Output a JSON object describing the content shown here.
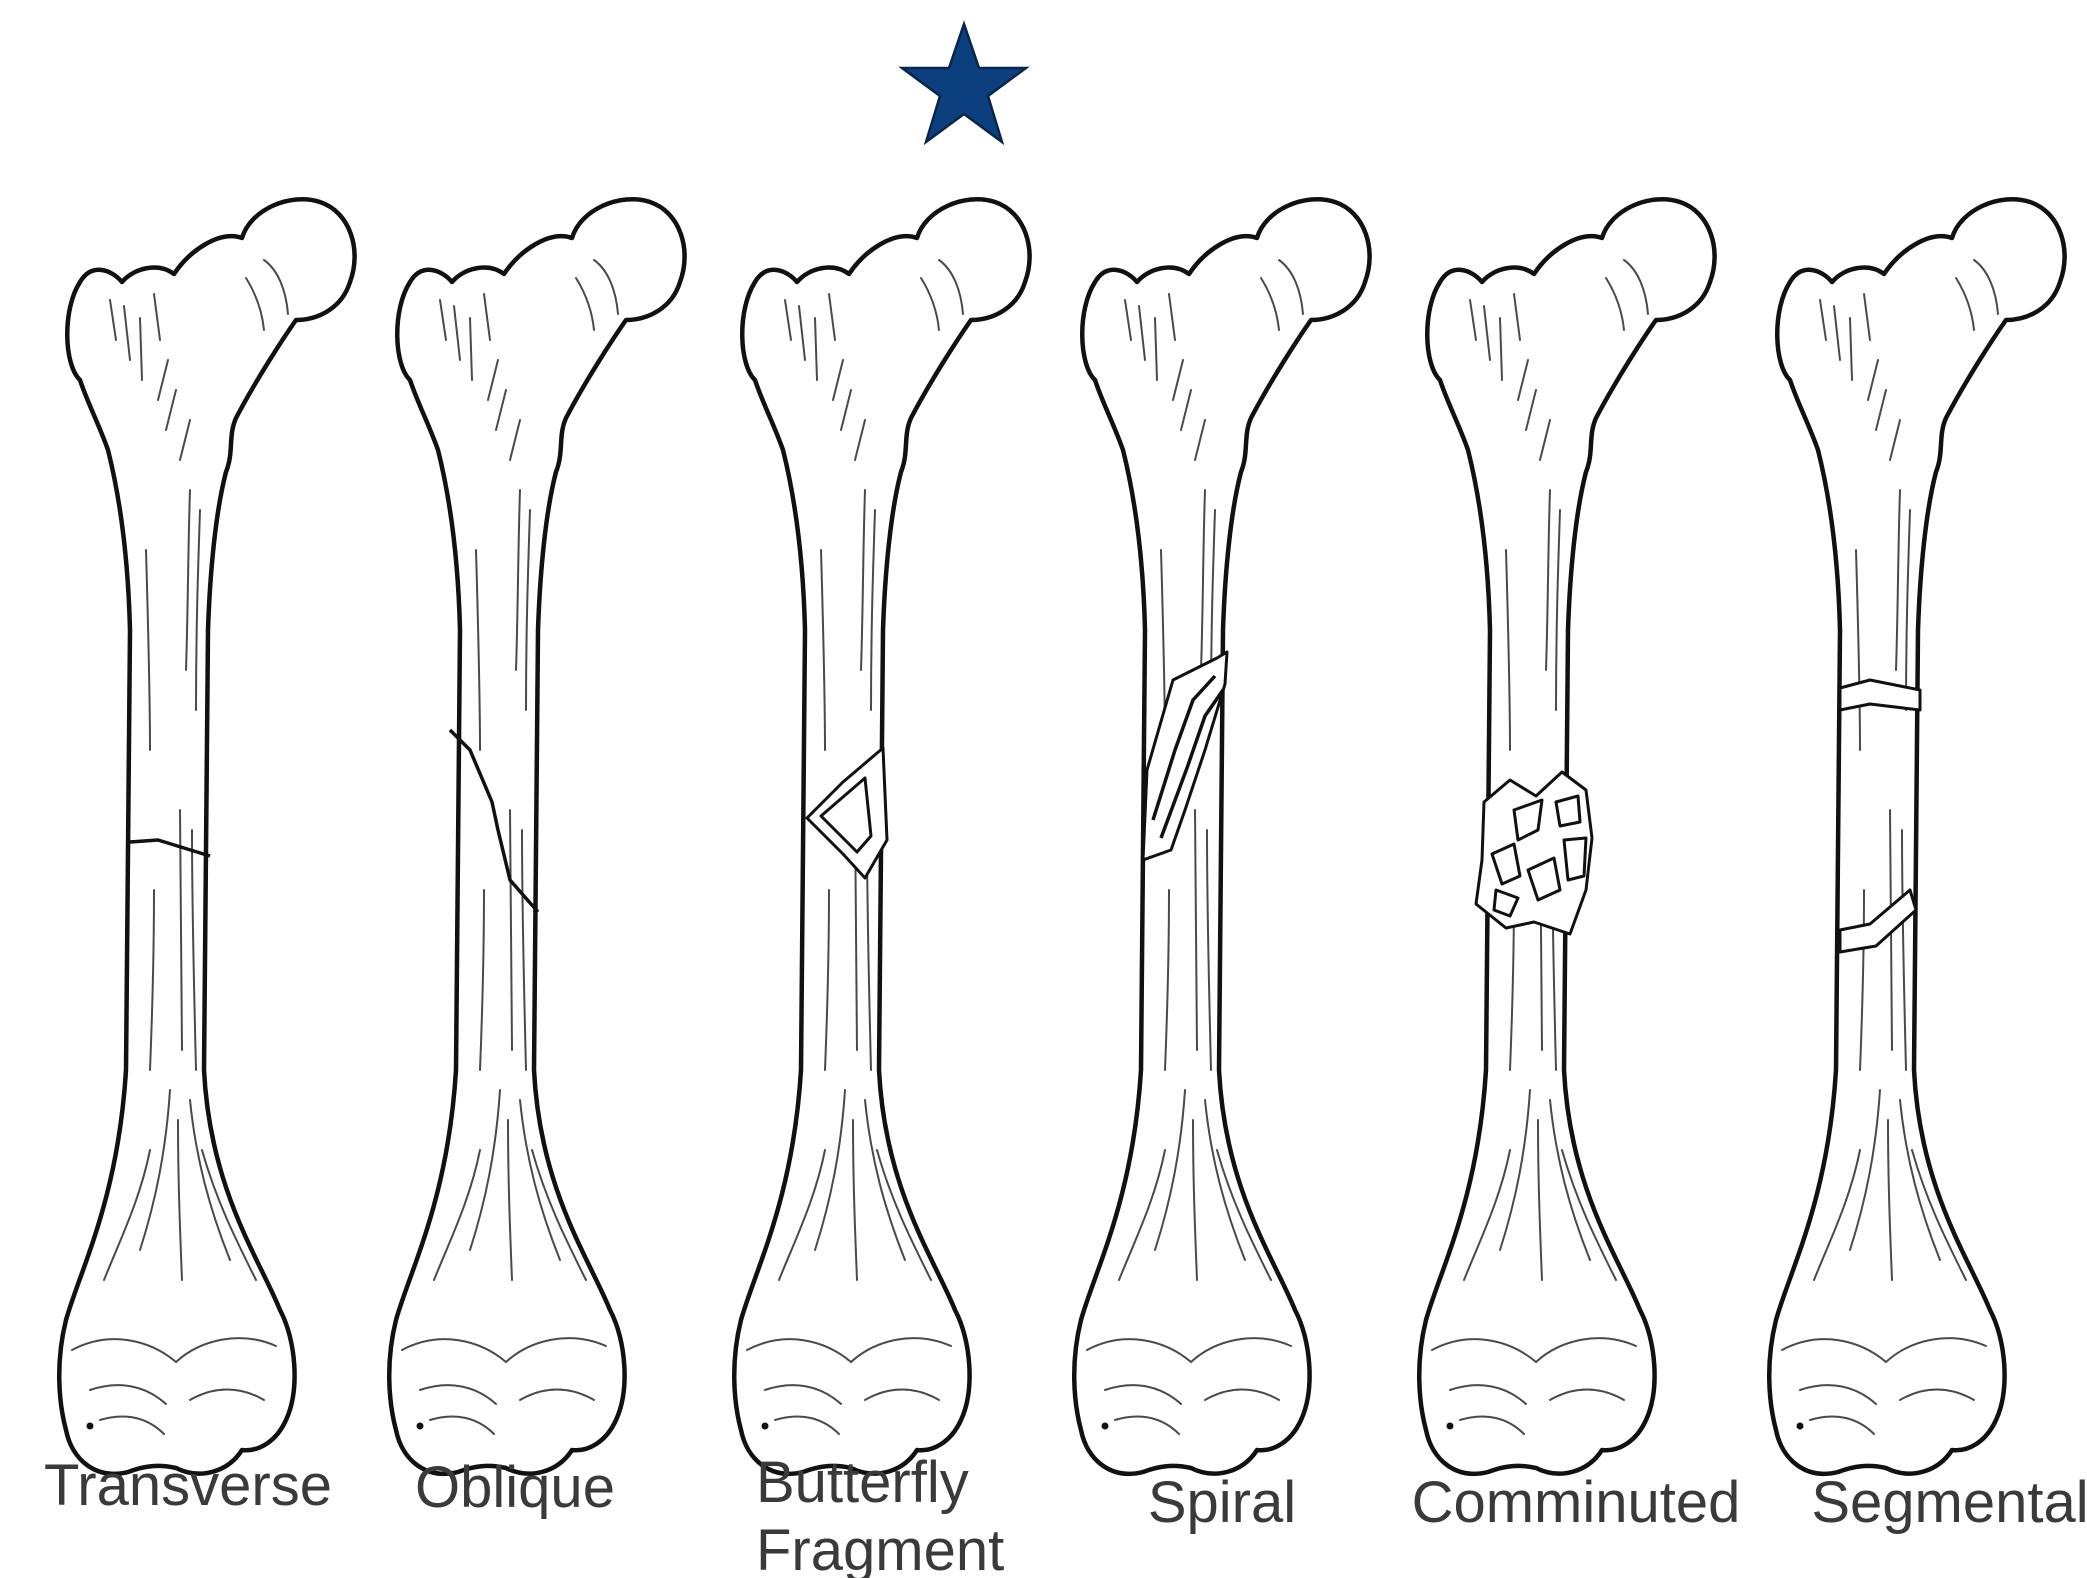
{
  "marker": {
    "icon": "star-icon",
    "color": "#0b3f7d",
    "marks_index": 2
  },
  "fractures": [
    {
      "id": "transverse",
      "label": [
        "Transverse"
      ]
    },
    {
      "id": "oblique",
      "label": [
        "Oblique"
      ]
    },
    {
      "id": "butterfly",
      "label": [
        "Butterfly",
        "Fragment"
      ]
    },
    {
      "id": "spiral",
      "label": [
        "Spiral"
      ]
    },
    {
      "id": "comminuted",
      "label": [
        "Comminuted"
      ]
    },
    {
      "id": "segmental",
      "label": [
        "Segmental"
      ]
    }
  ]
}
